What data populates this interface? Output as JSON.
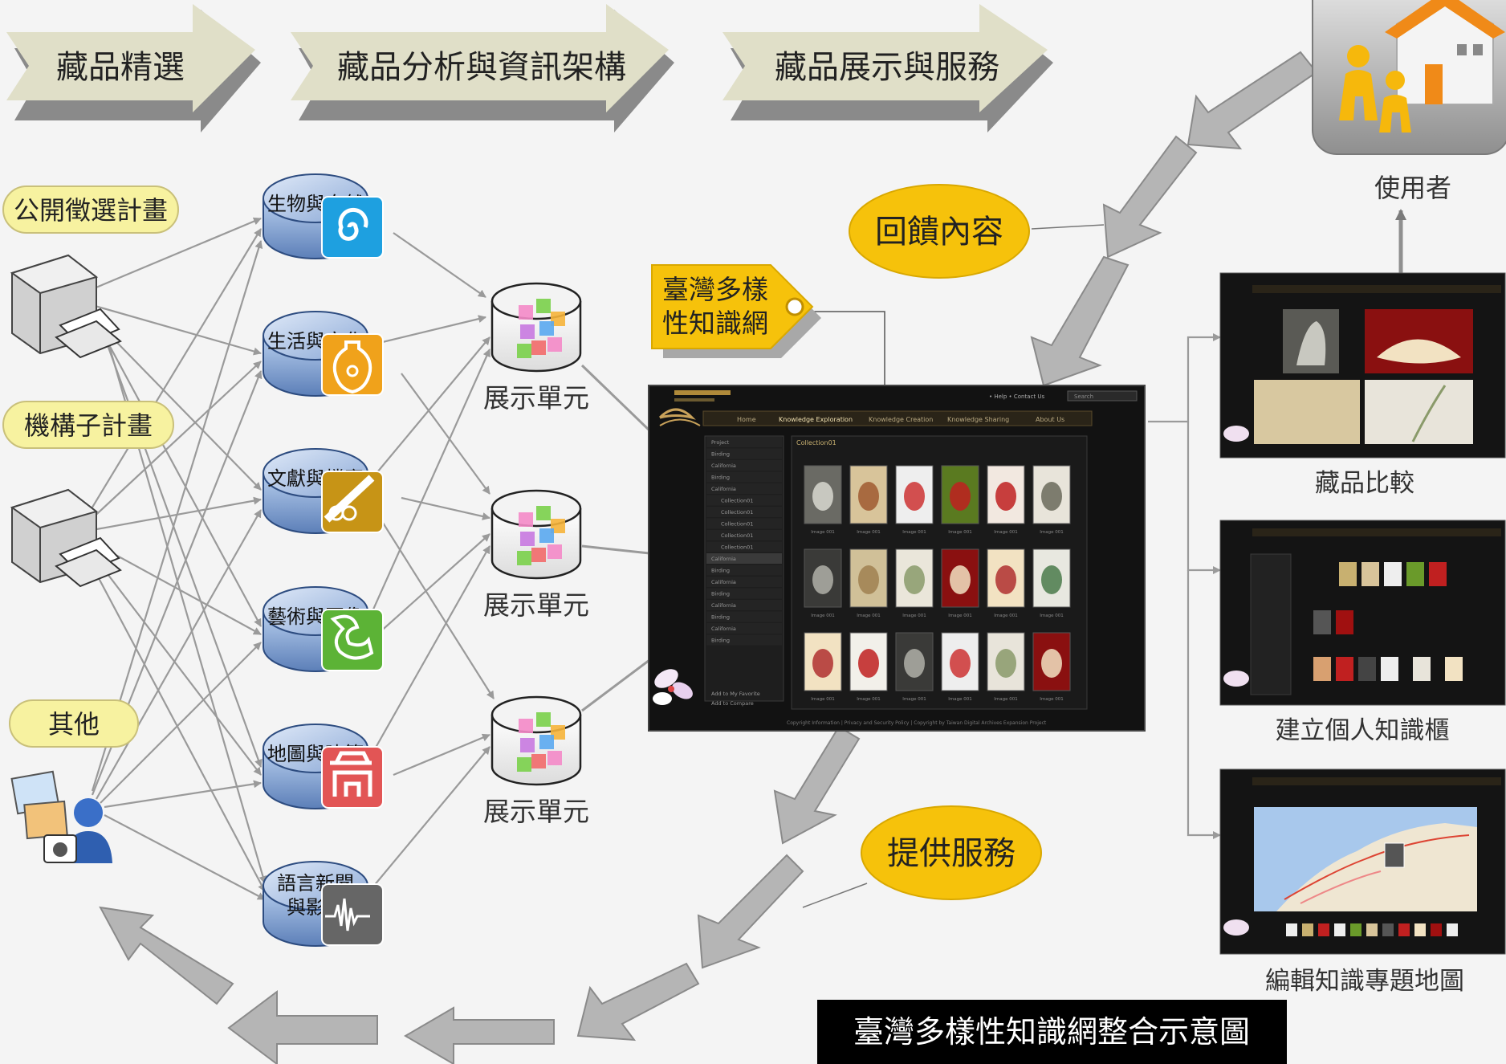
{
  "phases": [
    "藏品精選",
    "藏品分析與資訊架構",
    "藏品展示與服務"
  ],
  "sources": [
    "公開徵選計畫",
    "機構子計畫",
    "其他"
  ],
  "categories": [
    {
      "label": [
        "生物與自然"
      ],
      "icon": "spiral-icon",
      "color": "#1ea0e0"
    },
    {
      "label": [
        "生活與文化"
      ],
      "icon": "vase-icon",
      "color": "#f0a21b"
    },
    {
      "label": [
        "文獻與檔案"
      ],
      "icon": "scroll-icon",
      "color": "#c79416"
    },
    {
      "label": [
        "藝術與圖像"
      ],
      "icon": "dragon-icon",
      "color": "#5cb336"
    },
    {
      "label": [
        "地圖與建築"
      ],
      "icon": "building-icon",
      "color": "#e25555"
    },
    {
      "label": [
        "語言新聞",
        "與影音"
      ],
      "icon": "waveform-icon",
      "color": "#666666"
    }
  ],
  "units": [
    "展示單元",
    "展示單元",
    "展示單元"
  ],
  "tag_label": [
    "臺灣多樣",
    "性知識網"
  ],
  "feedback": "回饋內容",
  "service": "提供服務",
  "user": "使用者",
  "outputs": [
    "藏品比較",
    "建立個人知識櫃",
    "編輯知識專題地圖"
  ],
  "caption": "臺灣多樣性知識網整合示意圖",
  "screen": {
    "nav": [
      "Home",
      "Knowledge Exploration",
      "Knowledge Creation",
      "Knowledge Sharing",
      "About Us"
    ],
    "links": "• Help  • Contact Us",
    "search": "Search",
    "collection": "Collection01",
    "sidebar": [
      "Project",
      "Birding",
      "California",
      "Birding",
      "California",
      "Collection01",
      "Collection01",
      "Collection01",
      "Collection01",
      "Collection01",
      "California",
      "Birding",
      "California",
      "Birding",
      "California",
      "Birding",
      "California",
      "Birding"
    ],
    "sidebar_actions": [
      "Add to My Favorite",
      "Add to Compare"
    ],
    "thumb_caption": "Image 001",
    "footer": "Copyright Information  |  Privacy and Security Policy  |  Copyright by Taiwan Digital Archives Expansion Project"
  },
  "colors": {
    "phase_fill": "#e0dfc8",
    "phase_shadow": "#8a8a8a",
    "source_fill": "#f7f2a0",
    "bubble_fill": "#f6c20b",
    "cylinder_fill": "#8eaedc",
    "caption_bg": "#000000"
  }
}
